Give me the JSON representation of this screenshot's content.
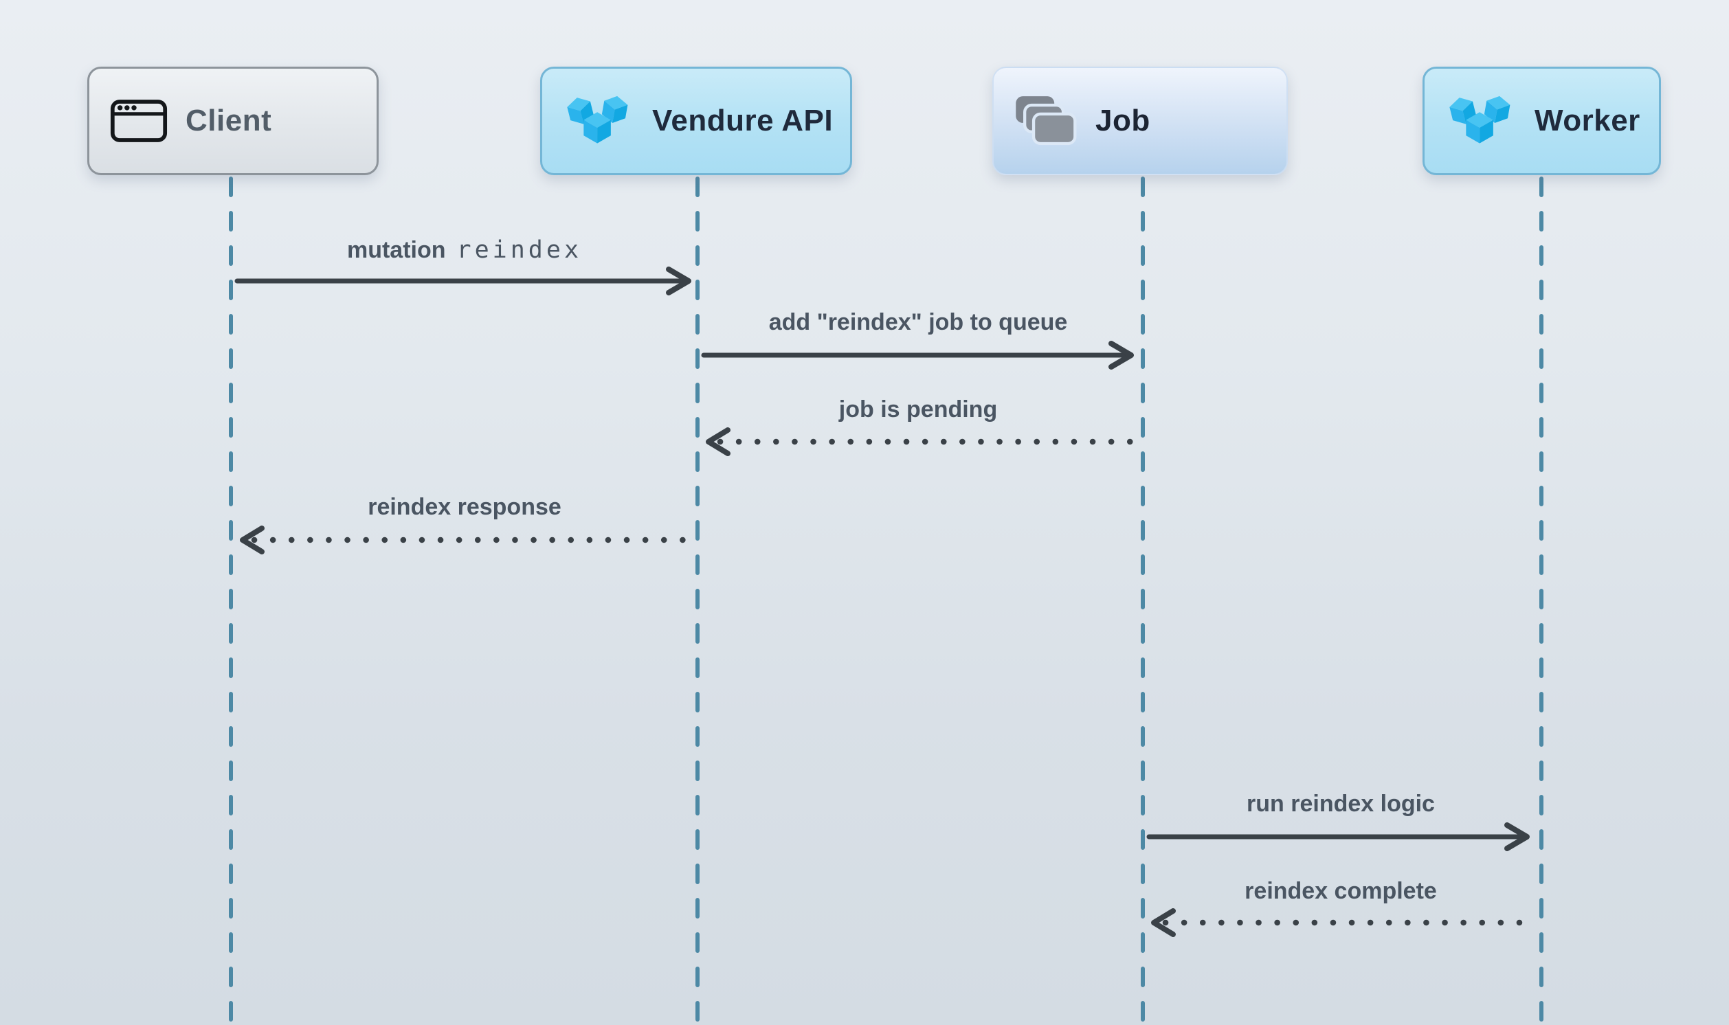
{
  "diagram": {
    "type": "sequence",
    "actors": [
      {
        "id": "client",
        "name": "Client",
        "icon": "browser-window-icon"
      },
      {
        "id": "vendure-api",
        "name": "Vendure API",
        "icon": "vendure-logo-icon"
      },
      {
        "id": "job",
        "name": "Job",
        "icon": "stacked-cards-icon"
      },
      {
        "id": "worker",
        "name": "Worker",
        "icon": "vendure-logo-icon"
      }
    ],
    "messages": [
      {
        "from": "Client",
        "to": "Vendure API",
        "text": "mutation",
        "code": "reindex",
        "line": "solid",
        "direction": "right"
      },
      {
        "from": "Vendure API",
        "to": "Job",
        "text": "add \"reindex\" job to queue",
        "line": "solid",
        "direction": "right"
      },
      {
        "from": "Job",
        "to": "Vendure API",
        "text": "job is pending",
        "line": "dotted",
        "direction": "left"
      },
      {
        "from": "Vendure API",
        "to": "Client",
        "text": "reindex response",
        "line": "dotted",
        "direction": "left"
      },
      {
        "from": "Job",
        "to": "Worker",
        "text": "run reindex logic",
        "line": "solid",
        "direction": "right"
      },
      {
        "from": "Worker",
        "to": "Job",
        "text": "reindex complete",
        "line": "dotted",
        "direction": "left"
      }
    ],
    "colors": {
      "background_top": "#eaeef3",
      "background_bottom": "#d4dce3",
      "lifeline": "#4d89a5",
      "arrow": "#3a4147",
      "label_text": "#4a5562",
      "actor_title_dark": "#1f2a3c",
      "actor_title_gray": "#525d68",
      "client_box_fill": "#e6eaee",
      "client_box_border": "#8d949b",
      "vendure_box_fill": "#b7e3f6",
      "vendure_box_border": "#74b6d6",
      "job_box_fill_top": "#eff4fc",
      "job_box_fill_bottom": "#b6d2ed",
      "vendure_logo_blue": "#2ab3ec",
      "job_icon_gray": "#858c96"
    }
  }
}
